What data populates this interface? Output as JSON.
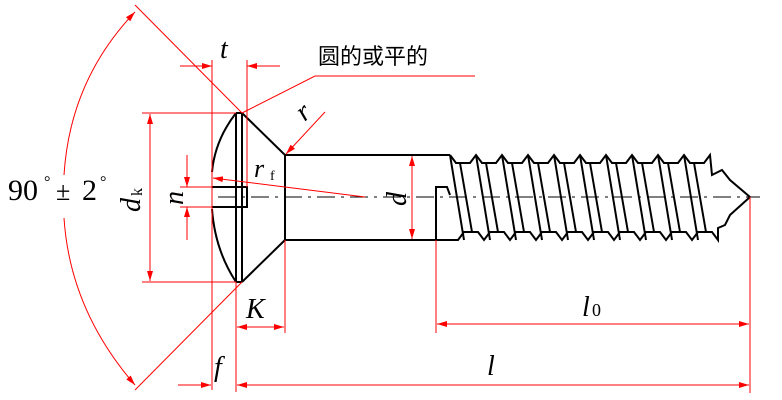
{
  "diagram": {
    "subject": "slotted countersunk head wood screw",
    "colors": {
      "outline": "#000000",
      "dimension": "#ff0000",
      "background": "#ffffff"
    },
    "note": "圆的或平的",
    "labels": {
      "angle_main": "90",
      "angle_pm": "±",
      "angle_tol": "2",
      "degree": "°",
      "t": "t",
      "r": "r",
      "rf": "r",
      "rf_sub": "f",
      "dk": "d",
      "dk_sub": "k",
      "n": "n",
      "d": "d",
      "K": "K",
      "f": "f",
      "l0": "l",
      "l0_sub": "0",
      "l": "l"
    }
  }
}
